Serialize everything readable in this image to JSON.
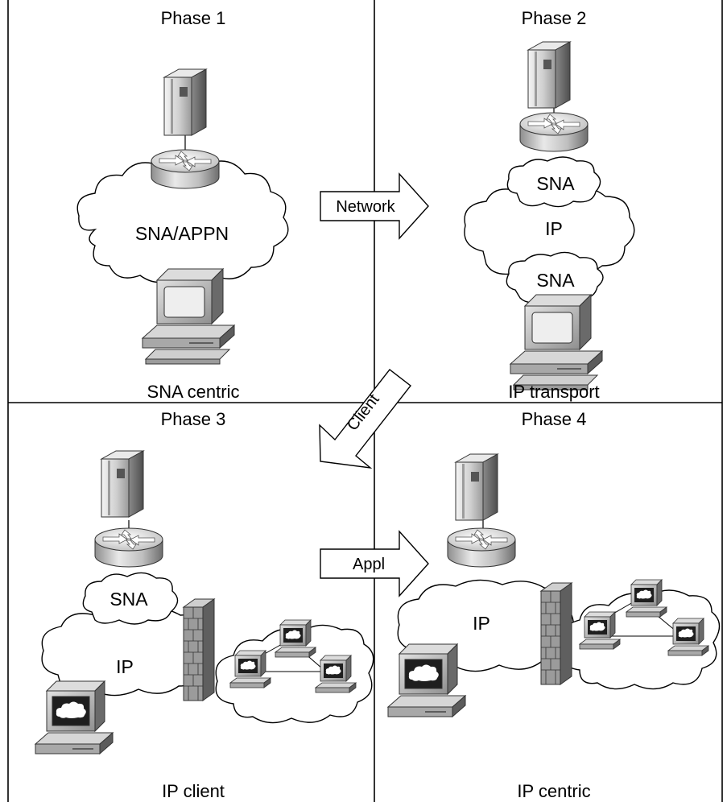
{
  "phases": [
    {
      "title": "Phase 1",
      "caption": "SNA centric",
      "clouds": [
        "SNA/APPN"
      ]
    },
    {
      "title": "Phase 2",
      "caption": "IP transport",
      "clouds": [
        "SNA",
        "IP",
        "SNA"
      ]
    },
    {
      "title": "Phase 3",
      "caption": "IP client",
      "clouds": [
        "SNA",
        "IP"
      ]
    },
    {
      "title": "Phase 4",
      "caption": "IP centric",
      "clouds": [
        "IP"
      ]
    }
  ],
  "arrows": {
    "network": "Network",
    "client": "Client",
    "appl": "Appl"
  },
  "icons": [
    "mainframe-icon",
    "router-icon",
    "terminal-icon",
    "workstation-icon",
    "firewall-icon",
    "cloud-icon"
  ],
  "colors": {
    "line": "#000000",
    "cloud_fill": "#ffffff",
    "device_light": "#e6e6e6",
    "device_mid": "#bdbdbd",
    "device_dark": "#6f6f6f",
    "screen": "#a9a9a9",
    "router_top": "#f2f2f2"
  }
}
